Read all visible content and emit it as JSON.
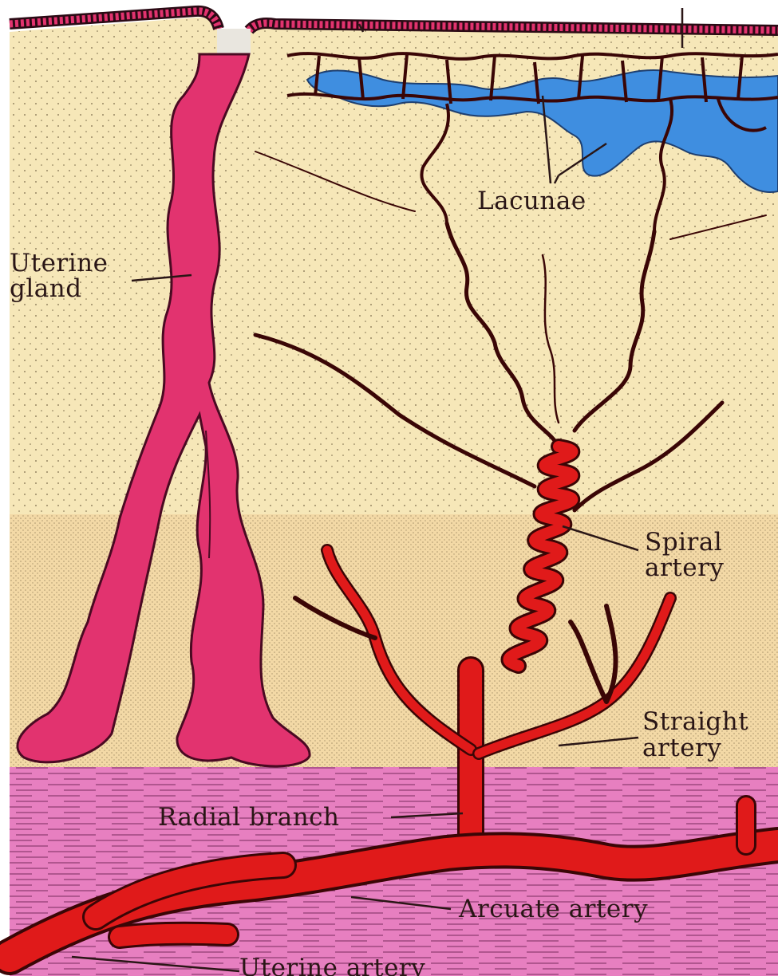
{
  "labels": {
    "lacunae": "Lacunae",
    "uterine_gland_1": "Uterine",
    "uterine_gland_2": "gland",
    "spiral_artery_1": "Spiral",
    "spiral_artery_2": "artery",
    "straight_artery_1": "Straight",
    "straight_artery_2": "artery",
    "radial_branch": "Radial branch",
    "arcuate_artery": "Arcuate artery",
    "uterine_artery": "Uterine artery"
  },
  "colors": {
    "endometrium_functional": "#f6e7b8",
    "endometrium_basal": "#f3d9a6",
    "myometrium": "#e77fc0",
    "gland": "#e2336f",
    "artery": "#e01a1a",
    "artery_outline": "#5a0b0b",
    "lacunae": "#3f8ee0",
    "epithelium": "#e2336f"
  }
}
